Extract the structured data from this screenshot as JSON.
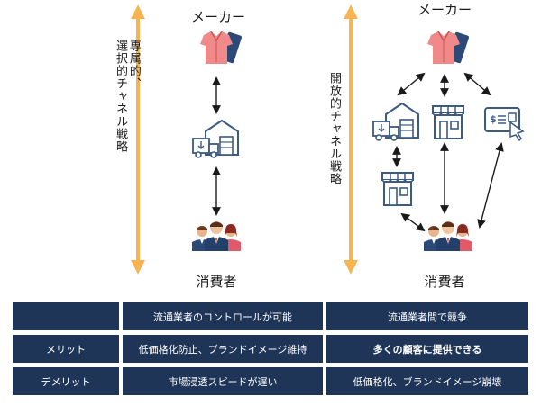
{
  "left": {
    "maker": "メーカー",
    "consumer": "消費者",
    "vertical_label_1": "専属的、",
    "vertical_label_2": "選択的チャネル戦略"
  },
  "right": {
    "maker": "メーカー",
    "consumer": "消費者",
    "vertical_label": "開放的チャネル戦略"
  },
  "icons": {
    "maker": "clothing-icon",
    "warehouse": "warehouse-truck-icon",
    "store": "storefront-icon",
    "ecommerce": "payment-terminal-icon",
    "consumer": "people-group-icon"
  },
  "colors": {
    "axis_arrow": "#f7b450",
    "navy": "#1e3558",
    "icon_blue": "#3c5a82",
    "shirt_pink": "#f08a8a"
  },
  "table": {
    "rows": [
      {
        "label": "",
        "left": "流通業者のコントロールが可能",
        "right": "流通業者間で競争"
      },
      {
        "label": "メリット",
        "left": "低価格化防止、ブランドイメージ維持",
        "right": "多くの顧客に提供できる"
      },
      {
        "label": "デメリット",
        "left": "市場浸透スピードが遅い",
        "right": "低価格化、ブランドイメージ崩壊"
      }
    ]
  }
}
